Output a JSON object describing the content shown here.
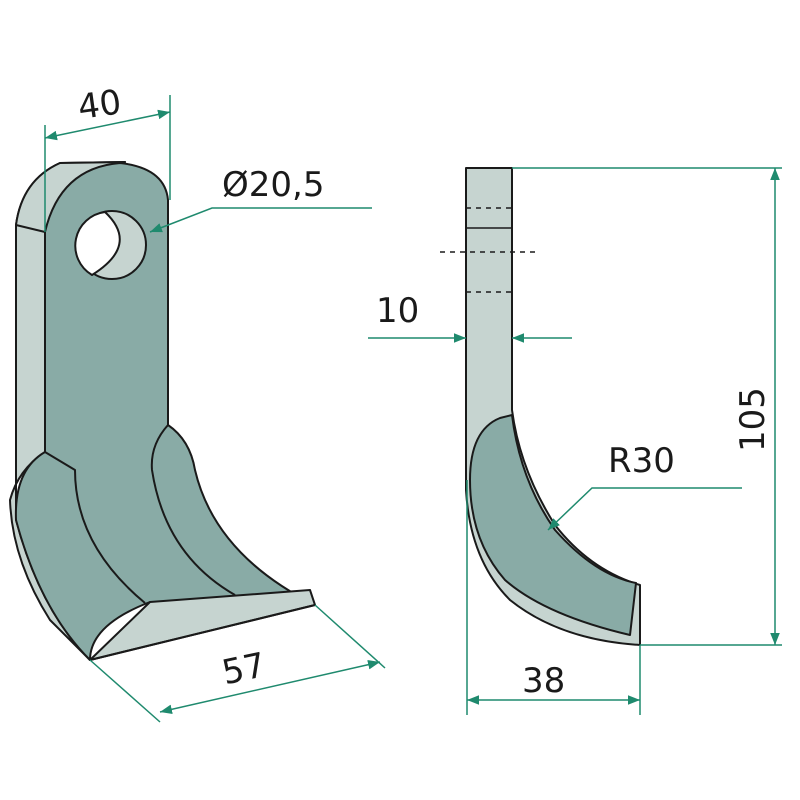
{
  "colors": {
    "face_dark": "#89aba6",
    "face_light": "#c6d4d0",
    "outline": "#1a1a1a",
    "dimension_line": "#1f8a6e"
  },
  "dimensions": {
    "width_top": "40",
    "hole_diameter": "Ø20,5",
    "thickness": "10",
    "height": "105",
    "radius": "R30",
    "blade_depth": "38",
    "blade_width": "57"
  }
}
